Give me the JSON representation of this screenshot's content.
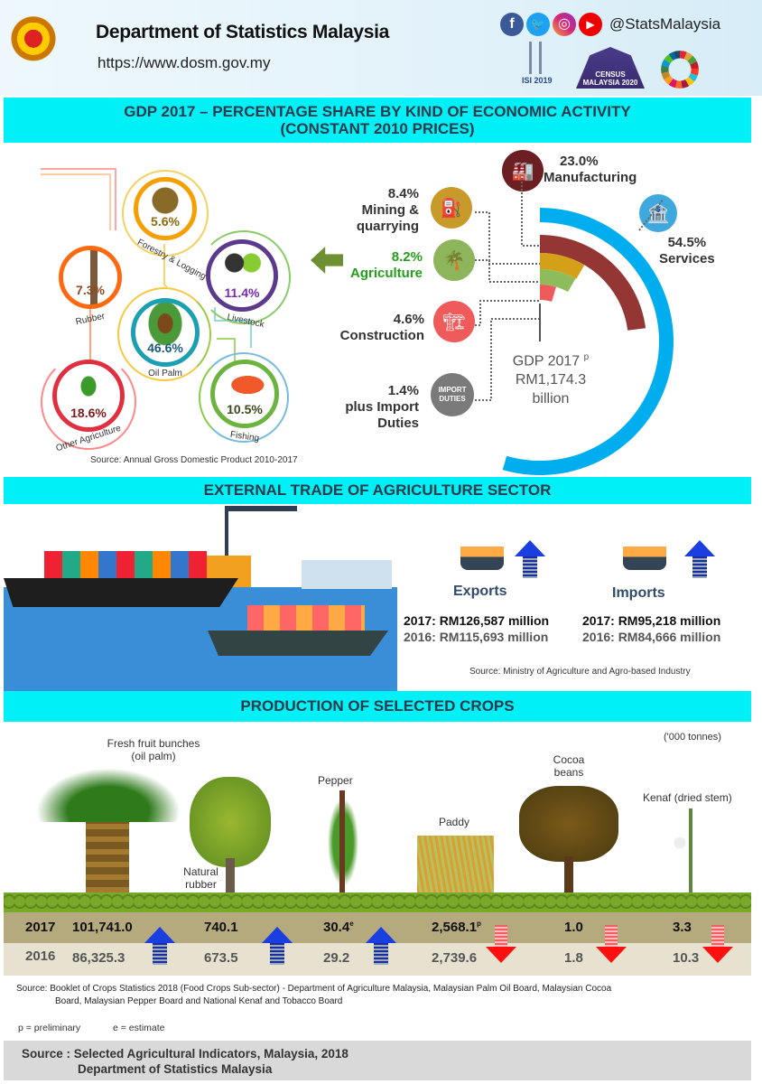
{
  "header": {
    "org": "Department of Statistics Malaysia",
    "url": "https://www.dosm.gov.my",
    "social_handle": "@StatsMalaysia",
    "logos": [
      "ISI 2019",
      "CENSUS MALAYSIA 2020",
      "SDG"
    ]
  },
  "gdp": {
    "title_line1": "GDP 2017 – PERCENTAGE SHARE BY KIND OF ECONOMIC ACTIVITY",
    "title_line2": "(CONSTANT 2010 PRICES)",
    "total_label": "GDP 2017",
    "total_sup": "p",
    "total_value": "RM1,174.3",
    "total_unit": "billion",
    "sectors": [
      {
        "name": "Services",
        "pct": "54.5%",
        "value": 54.5,
        "color": "#00aeef"
      },
      {
        "name": "Manufacturing",
        "pct": "23.0%",
        "value": 23.0,
        "color": "#943634"
      },
      {
        "name": "Mining & quarrying",
        "pct": "8.4%",
        "value": 8.4,
        "color": "#d4a017"
      },
      {
        "name": "Agriculture",
        "pct": "8.2%",
        "value": 8.2,
        "color": "#8fbc5a"
      },
      {
        "name": "Construction",
        "pct": "4.6%",
        "value": 4.6,
        "color": "#f05a5a"
      },
      {
        "name": "plus Import Duties",
        "pct": "1.4%",
        "value": 1.4,
        "color": "#555555"
      }
    ],
    "import_icon_text": "IMPORT DUTIES",
    "agri_subsectors": [
      {
        "name": "Forestry & Logging",
        "pct": "5.6%",
        "color": "#f5a000"
      },
      {
        "name": "Rubber",
        "pct": "7.3%",
        "color": "#ff6a10"
      },
      {
        "name": "Livestock",
        "pct": "11.4%",
        "color": "#5b3a8e"
      },
      {
        "name": "Oil Palm",
        "pct": "46.6%",
        "color": "#1aa0b0"
      },
      {
        "name": "Other Agriculture",
        "pct": "18.6%",
        "color": "#e03040"
      },
      {
        "name": "Fishing",
        "pct": "10.5%",
        "color": "#6cb33f"
      }
    ],
    "source": "Source: Annual Gross Domestic Product 2010-2017"
  },
  "trade": {
    "title": "EXTERNAL TRADE OF AGRICULTURE SECTOR",
    "exports": {
      "label": "Exports",
      "y2017": "2017: RM126,587 million",
      "y2016": "2016: RM115,693 million"
    },
    "imports": {
      "label": "Imports",
      "y2017": "2017: RM95,218 million",
      "y2016": "2016: RM84,666 million"
    },
    "source": "Source: Ministry of Agriculture and Agro-based Industry"
  },
  "crops": {
    "title": "PRODUCTION OF SELECTED CROPS",
    "unit": "('000 tonnes)",
    "year1": "2017",
    "year2": "2016",
    "items": [
      {
        "name": "Fresh fruit bunches (oil palm)",
        "v2017": "101,741.0",
        "v2016": "86,325.3",
        "flag": "",
        "trend": "up"
      },
      {
        "name": "Natural rubber",
        "v2017": "740.1",
        "v2016": "673.5",
        "flag": "",
        "trend": "up"
      },
      {
        "name": "Pepper",
        "v2017": "30.4",
        "v2016": "29.2",
        "flag": "e",
        "trend": "up"
      },
      {
        "name": "Paddy",
        "v2017": "2,568.1",
        "v2016": "2,739.6",
        "flag": "p",
        "trend": "down"
      },
      {
        "name": "Cocoa beans",
        "v2017": "1.0",
        "v2016": "1.8",
        "flag": "",
        "trend": "down"
      },
      {
        "name": "Kenaf (dried stem)",
        "v2017": "3.3",
        "v2016": "10.3",
        "flag": "",
        "trend": "down"
      }
    ],
    "source_line1": "Source: Booklet of Crops Statistics 2018 (Food Crops Sub-sector) - Department of Agriculture Malaysia, Malaysian Palm Oil  Board, Malaysian Cocoa",
    "source_line2": "Board, Malaysian Pepper Board and National Kenaf and Tobacco Board",
    "note_p": "p = preliminary",
    "note_e": "e = estimate"
  },
  "footer": {
    "line1": "Source : Selected Agricultural Indicators, Malaysia, 2018",
    "line2": "Department of Statistics Malaysia"
  }
}
